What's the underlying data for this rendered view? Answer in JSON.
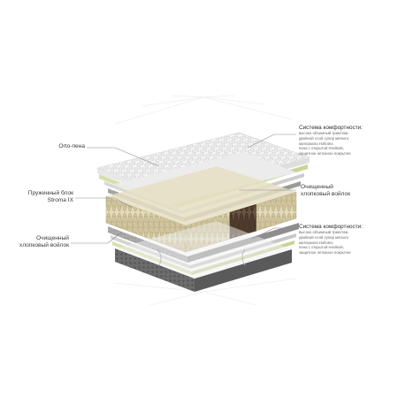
{
  "labels": {
    "orto": "Orto-пена",
    "spring_line1": "Пружинный блок",
    "spring_line2": "Stroma IX",
    "felt_left_line1": "Очищенный",
    "felt_left_line2": "хлопковый войлок",
    "felt_right_line1": "Очищенный",
    "felt_right_line2": "хлопковый войлок",
    "comfort_top_title": "Система комфортности:",
    "comfort_top_desc": [
      "высоко объемный трикотаж,",
      "двойной слой супер мягкого",
      "материала Hollotex,",
      "пена с открытой ячейкой,",
      "защитное нетканое покрытие"
    ],
    "comfort_bottom_title": "Система комфортности:",
    "comfort_bottom_desc": [
      "высоко объемный трикотаж,",
      "двойной слой супер мягкого",
      "материала Hollotex,",
      "пена с открытой ячейкой,",
      "защитное нетканое покрытие"
    ]
  },
  "colors": {
    "leader_line": "#8a8a8a",
    "quilt": "#f2f2f2",
    "foam_green": "#d8e3b0",
    "spring_beige": "#d8cfae",
    "spring_dark": "#5a4636",
    "felt_grey": "#9a9a9a",
    "base_dark": "#4a4a4a"
  }
}
